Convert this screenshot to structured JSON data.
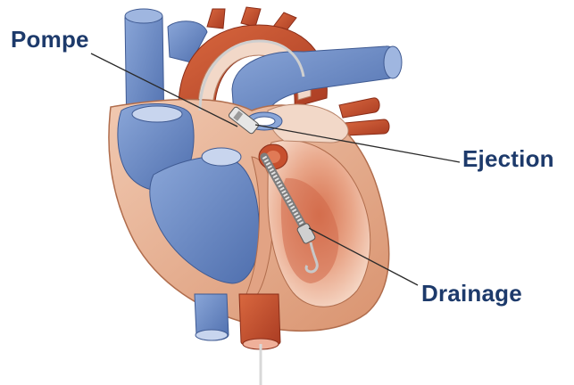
{
  "labels": {
    "pompe": "Pompe",
    "ejection": "Ejection",
    "drainage": "Drainage"
  },
  "colors": {
    "label_text": "#1d3a6b",
    "venous_blue": "#6f8fc8",
    "arterial_red": "#c7502e",
    "myocardium": "#e9b59a",
    "chamber_inner": "#f3d3bf",
    "leader_line": "#2a2a2a"
  }
}
